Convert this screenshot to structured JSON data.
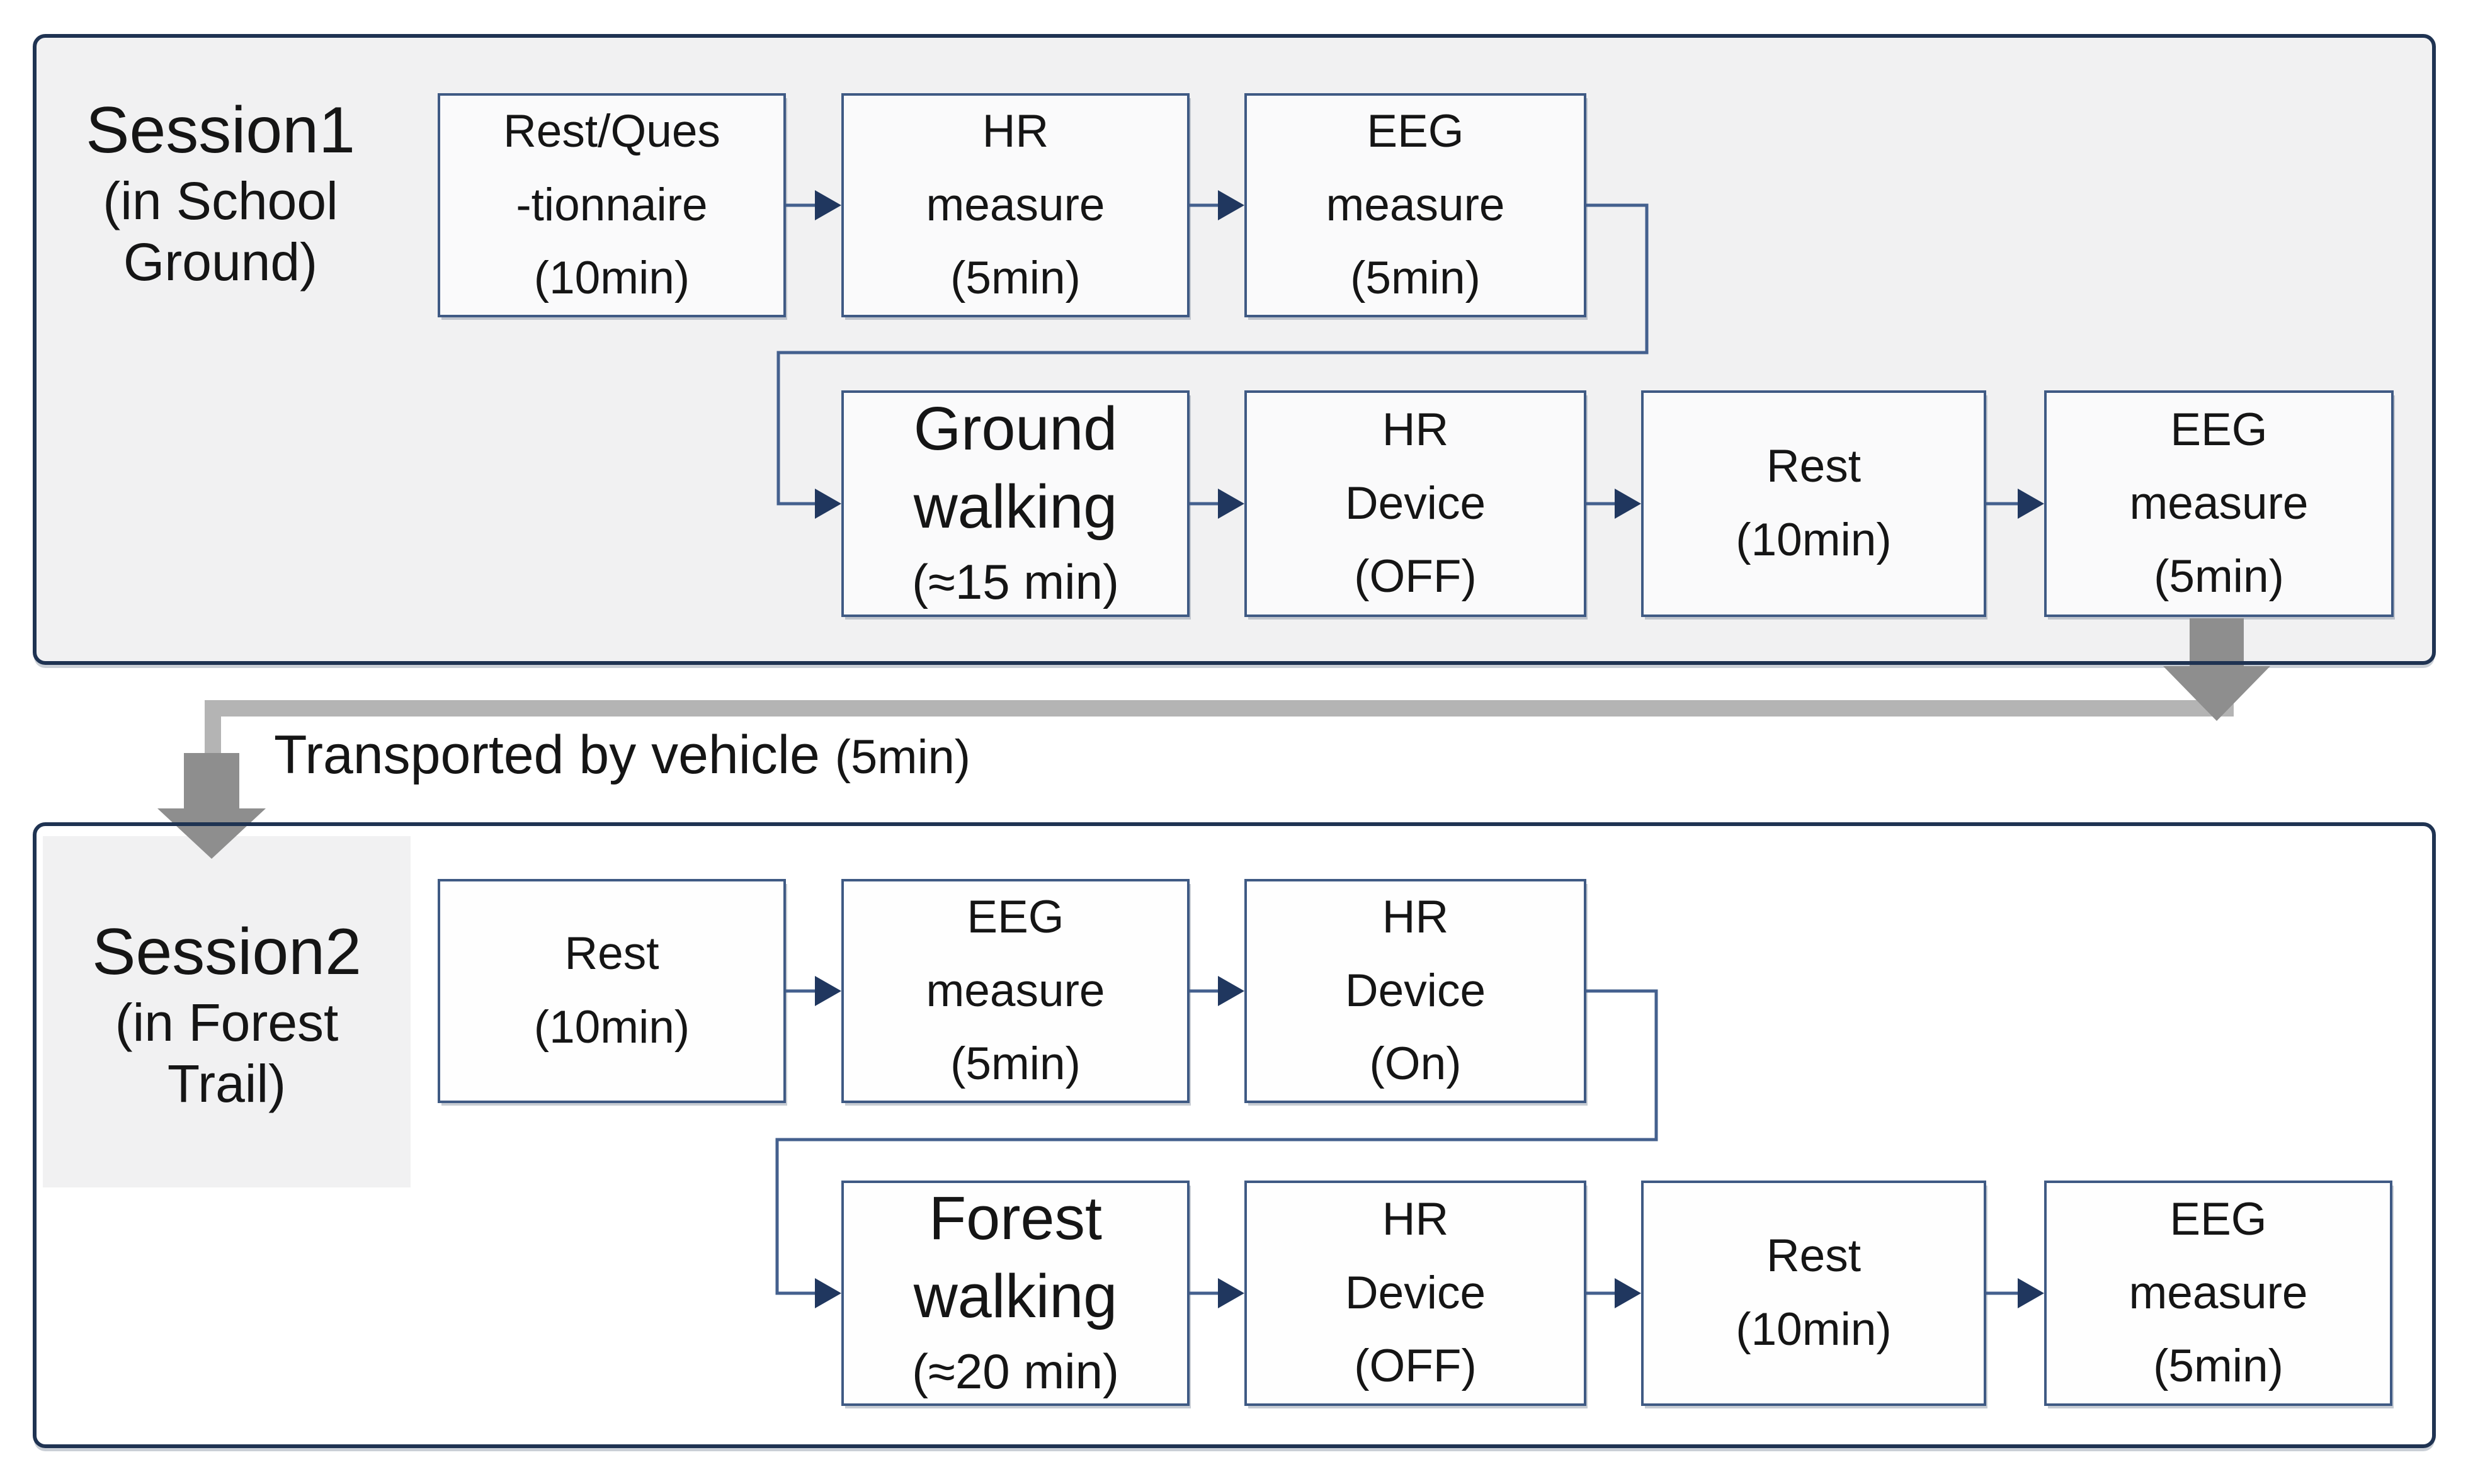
{
  "session1": {
    "title": "Session1",
    "subtitle_line1": "(in School",
    "subtitle_line2": "Ground)",
    "row1": [
      {
        "l1": "Rest/Ques",
        "l2": "-tionnaire",
        "l3": "(10min)"
      },
      {
        "l1": "HR",
        "l2": "measure",
        "l3": "(5min)"
      },
      {
        "l1": "EEG",
        "l2": "measure",
        "l3": "(5min)"
      }
    ],
    "row2": [
      {
        "l1": "Ground",
        "l2": "walking",
        "l3": "(≈15 min)"
      },
      {
        "l1": "HR",
        "l2": "Device",
        "l3": "(OFF)"
      },
      {
        "l1": "Rest",
        "l2": "(10min)"
      },
      {
        "l1": "EEG",
        "l2": "measure",
        "l3": "(5min)"
      }
    ]
  },
  "transport": {
    "label": "Transported by vehicle ",
    "duration": "(5min)"
  },
  "session2": {
    "title": "Session2",
    "subtitle_line1": "(in Forest",
    "subtitle_line2": "Trail)",
    "row1": [
      {
        "l1": "Rest",
        "l2": "(10min)"
      },
      {
        "l1": "EEG",
        "l2": "measure",
        "l3": "(5min)"
      },
      {
        "l1": "HR",
        "l2": "Device",
        "l3": "(On)"
      }
    ],
    "row2": [
      {
        "l1": "Forest",
        "l2": "walking",
        "l3": "(≈20 min)"
      },
      {
        "l1": "HR",
        "l2": "Device",
        "l3": "(OFF)"
      },
      {
        "l1": "Rest",
        "l2": "(10min)"
      },
      {
        "l1": "EEG",
        "l2": "measure",
        "l3": "(5min)"
      }
    ]
  },
  "colors": {
    "navy_border": "#1f3352",
    "box_border": "#3f5a84",
    "connector": "#44608e",
    "arrowhead": "#20375f",
    "gray_bar": "#b4b4b4",
    "gray_arrow": "#8e8e8e",
    "session1_bg": "#f1f1f2",
    "session2_bg": "#ffffff",
    "label_bg": "#f1f1f2",
    "text": "#151515"
  }
}
